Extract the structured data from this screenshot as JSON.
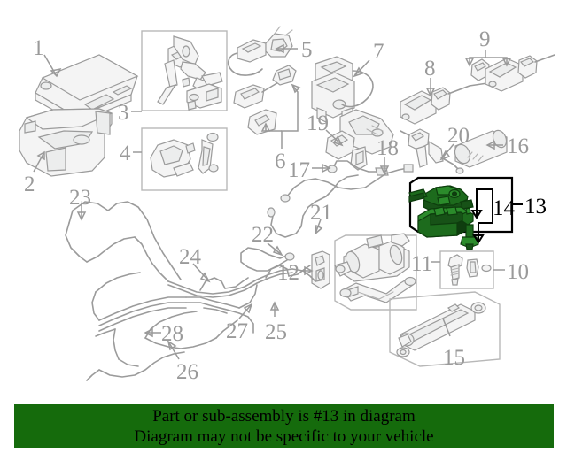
{
  "diagram": {
    "title": "Vehicle air suspension / sensor parts exploded diagram",
    "background_color": "#ffffff",
    "line_color": "#9a9a9a",
    "highlight_color": "#1d6b1d",
    "highlight_outline": "#000000",
    "callout_color": "#9a9a9a",
    "callout_highlight_color": "#000000",
    "highlighted_part": "13",
    "callouts": [
      {
        "id": "1",
        "label": "1",
        "highlighted": false
      },
      {
        "id": "2",
        "label": "2",
        "highlighted": false
      },
      {
        "id": "3",
        "label": "3",
        "highlighted": false
      },
      {
        "id": "4",
        "label": "4",
        "highlighted": false
      },
      {
        "id": "5",
        "label": "5",
        "highlighted": false
      },
      {
        "id": "6",
        "label": "6",
        "highlighted": false
      },
      {
        "id": "7",
        "label": "7",
        "highlighted": false
      },
      {
        "id": "8",
        "label": "8",
        "highlighted": false
      },
      {
        "id": "9",
        "label": "9",
        "highlighted": false
      },
      {
        "id": "10",
        "label": "10",
        "highlighted": false
      },
      {
        "id": "11",
        "label": "11",
        "highlighted": false
      },
      {
        "id": "12",
        "label": "12",
        "highlighted": false
      },
      {
        "id": "13",
        "label": "13",
        "highlighted": true
      },
      {
        "id": "14",
        "label": "14",
        "highlighted": true
      },
      {
        "id": "15",
        "label": "15",
        "highlighted": false
      },
      {
        "id": "16",
        "label": "16",
        "highlighted": false
      },
      {
        "id": "17",
        "label": "17",
        "highlighted": false
      },
      {
        "id": "18",
        "label": "18",
        "highlighted": false
      },
      {
        "id": "19",
        "label": "19",
        "highlighted": false
      },
      {
        "id": "20",
        "label": "20",
        "highlighted": false
      },
      {
        "id": "21",
        "label": "21",
        "highlighted": false
      },
      {
        "id": "22",
        "label": "22",
        "highlighted": false
      },
      {
        "id": "23",
        "label": "23",
        "highlighted": false
      },
      {
        "id": "24",
        "label": "24",
        "highlighted": false
      },
      {
        "id": "25",
        "label": "25",
        "highlighted": false
      },
      {
        "id": "26",
        "label": "26",
        "highlighted": false
      },
      {
        "id": "27",
        "label": "27",
        "highlighted": false
      },
      {
        "id": "28",
        "label": "28",
        "highlighted": false
      }
    ]
  },
  "banner": {
    "background_color": "#156b0c",
    "text_color": "#000000",
    "line1": "Part or sub-assembly is #13 in diagram",
    "line2": "Diagram may not be specific to your vehicle"
  }
}
